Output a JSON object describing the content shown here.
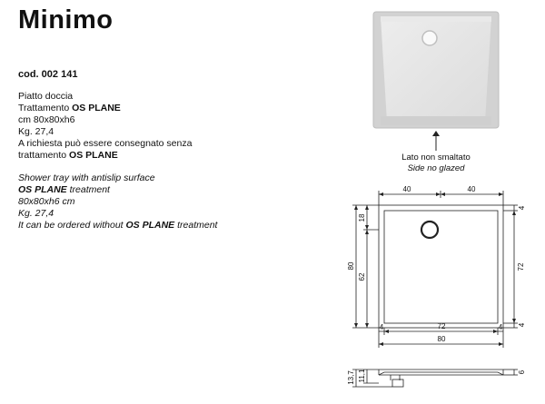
{
  "product": {
    "title": "Minimo",
    "code": "cod. 002  141"
  },
  "description_it": {
    "line1": "Piatto doccia",
    "line2_prefix": "Trattamento ",
    "line2_bold": "OS PLANE",
    "line3": "cm 80x80xh6",
    "line4": "Kg. 27,4",
    "line5": "A richiesta può essere consegnato senza",
    "line6_prefix": "trattamento ",
    "line6_bold": "OS PLANE"
  },
  "description_en": {
    "line1": "Shower tray with antislip surface",
    "line2_bold": "OS PLANE",
    "line2_suffix": " treatment",
    "line3": "80x80xh6 cm",
    "line4": "Kg. 27,4",
    "line5_prefix": "It can be ordered without ",
    "line5_bold": "OS PLANE",
    "line5_suffix": " treatment"
  },
  "photo_caption": {
    "it": "Lato non smaltato",
    "en": "Side no glazed"
  },
  "plan_dimensions": {
    "top_left": "40",
    "top_right": "40",
    "left_total": "80",
    "left_upper": "18",
    "left_lower": "62",
    "right_top": "4",
    "right_mid": "72",
    "right_bottom": "4",
    "bottom_left": "4",
    "bottom_mid": "72",
    "bottom_right": "4",
    "bottom_total": "80"
  },
  "section_dimensions": {
    "left_outer": "13,7",
    "left_inner": "11,1",
    "right": "6"
  },
  "colors": {
    "line": "#222222",
    "tray_photo": "#e6e6e6",
    "tray_rim": "#d0d0d0"
  }
}
